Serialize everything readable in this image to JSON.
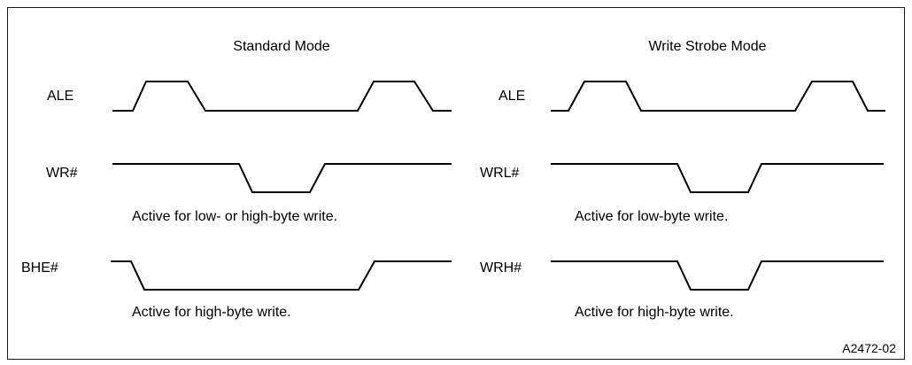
{
  "standard_mode": {
    "title": "Standard Mode",
    "signals": [
      {
        "name": "ALE"
      },
      {
        "name": "WR#",
        "note": "Active for low- or high-byte write."
      },
      {
        "name": "BHE#",
        "note": "Active for high-byte write."
      }
    ]
  },
  "write_strobe_mode": {
    "title": "Write Strobe Mode",
    "signals": [
      {
        "name": "ALE"
      },
      {
        "name": "WRL#",
        "note": "Active for low-byte write."
      },
      {
        "name": "WRH#",
        "note": "Active for high-byte write."
      }
    ]
  },
  "figure_id": "A2472-02"
}
